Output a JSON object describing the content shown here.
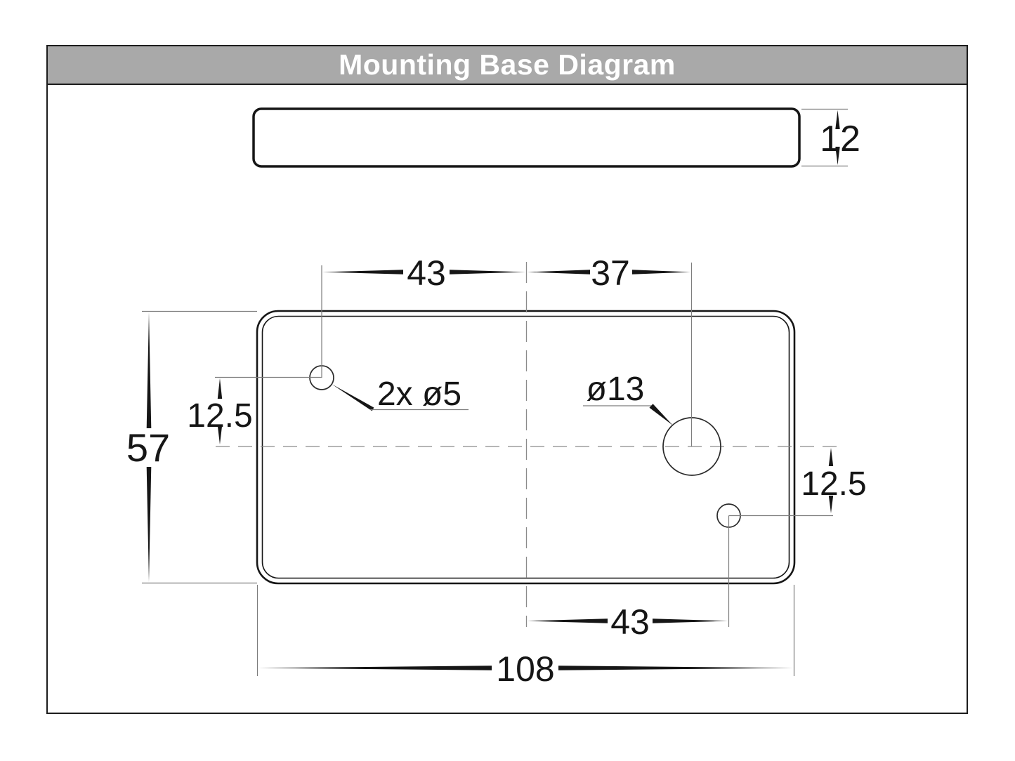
{
  "title": "Mounting Base Diagram",
  "colors": {
    "titlebar_bg": "#a9a9a9",
    "title_text": "#ffffff",
    "drawing_line": "#161616",
    "extension_line": "#7d7d7d",
    "centerline": "#8a8a8a"
  },
  "side_view": {
    "thickness": "12"
  },
  "base_plate": {
    "overall_width": "108",
    "overall_height": "57",
    "top_hole_offset_x": "43",
    "large_hole_offset_x": "37",
    "top_hole_offset_y": "12.5",
    "bottom_hole_offset_y": "12.5",
    "bottom_hole_offset_x": "43",
    "small_holes_label": "2x ø5",
    "large_hole_label": "ø13"
  }
}
